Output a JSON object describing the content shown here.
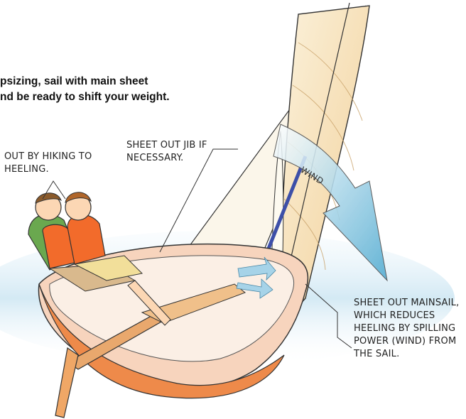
{
  "caption": {
    "line1": "psizing, sail with main sheet",
    "line2": "nd be ready to shift your weight."
  },
  "callouts": {
    "hiking": [
      "OUT BY HIKING TO",
      "HEELING."
    ],
    "jib": [
      "SHEET OUT JIB IF",
      "NECESSARY."
    ],
    "mainsail": [
      "SHEET OUT MAINSAIL,",
      "WHICH REDUCES",
      "HEELING BY SPILLING",
      "POWER (WIND) FROM",
      "THE SAIL."
    ],
    "wind": "WIND"
  },
  "colors": {
    "sail": "#f5e0b2",
    "hull": "#f3b38e",
    "hull_shadow": "#e8833f",
    "water": "#dbeef7",
    "vest": "#f26b2b",
    "mast": "#3d4fa8",
    "wind_arrow": "#6fb7d6"
  },
  "icons": [
    "sailboat-illustration",
    "sailors",
    "wind-arrow"
  ]
}
